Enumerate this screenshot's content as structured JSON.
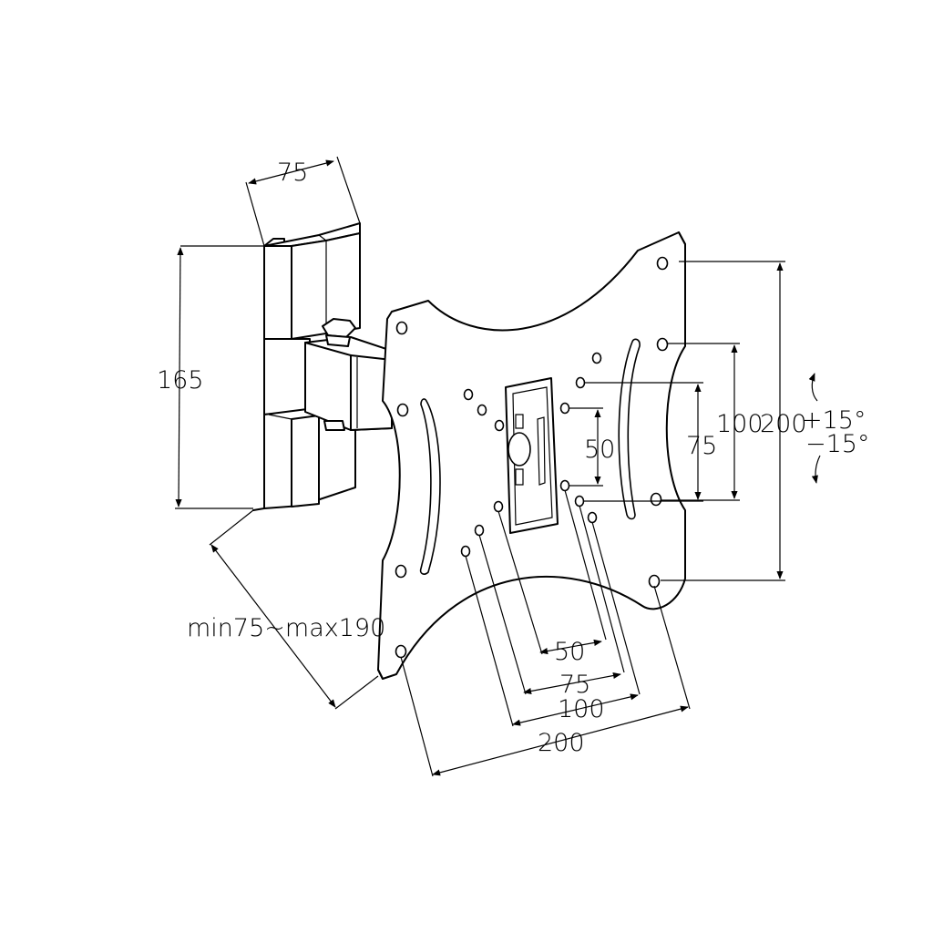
{
  "dimensions": {
    "wall_plate_width": "75",
    "wall_plate_height": "165",
    "extension": "min75~max190",
    "vesa_h_50": "50",
    "vesa_h_75": "75",
    "vesa_h_100": "100",
    "vesa_h_200": "200",
    "vesa_v_50": "50",
    "vesa_v_75": "75",
    "vesa_v_100": "100",
    "vesa_v_200": "200",
    "tilt_up": "+15°",
    "tilt_down": "−15°"
  },
  "colors": {
    "line": "#000000",
    "background": "#ffffff"
  }
}
